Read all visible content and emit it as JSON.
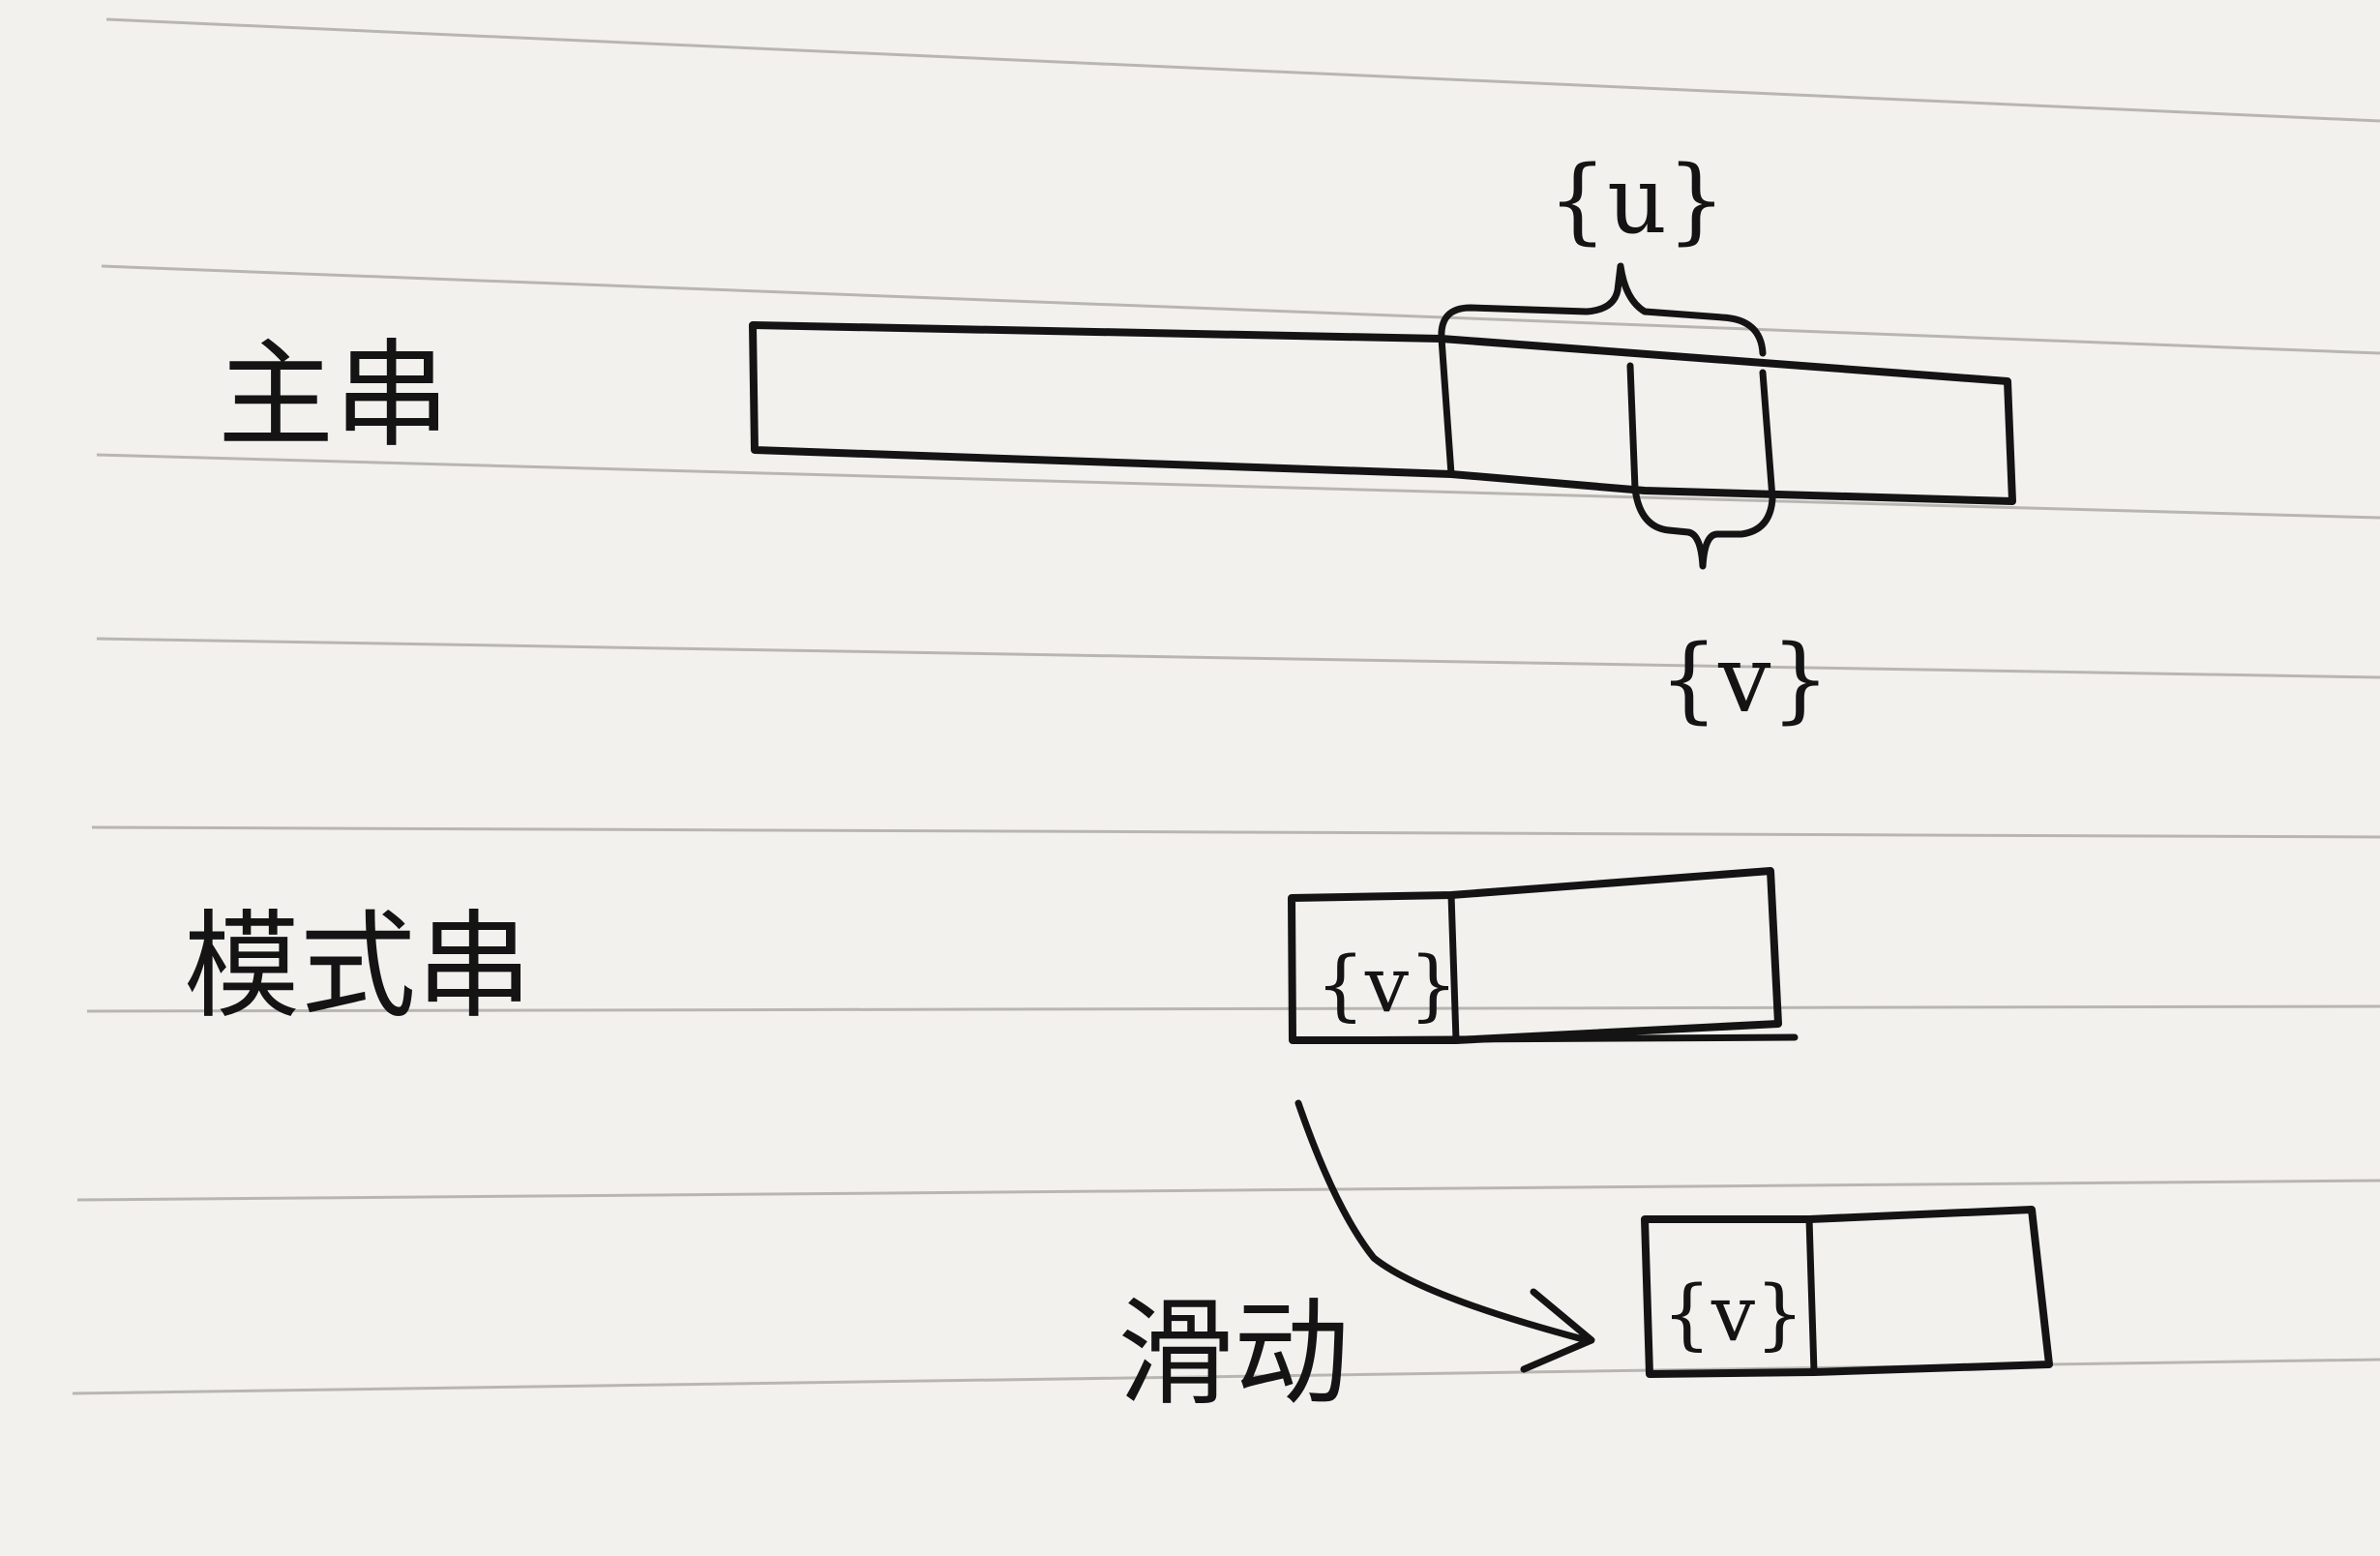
{
  "labels": {
    "main_string": "主串",
    "pattern_string": "模式串",
    "slide": "滑动",
    "u_set": "{u}",
    "v_set": "{v}",
    "pattern_v": "{v}",
    "slid_v": "{v}"
  },
  "colors": {
    "paper": "#f3f1ee",
    "ink": "#141414",
    "rule_line": "#b9b6b2"
  }
}
